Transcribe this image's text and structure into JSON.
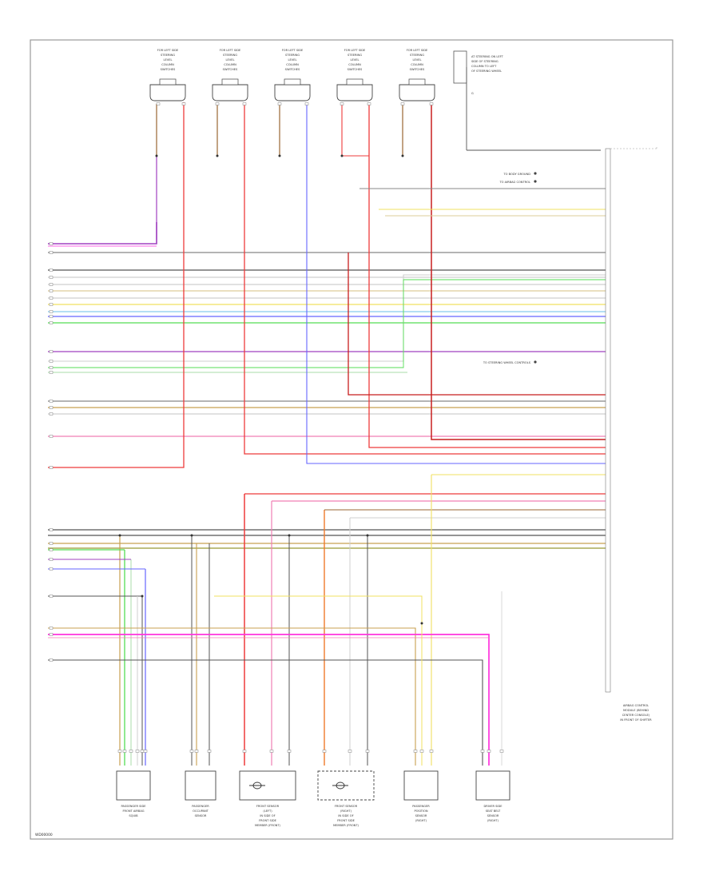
{
  "diagram": {
    "footer_code": "WD00000",
    "frame_color": "#999999",
    "top_components": [
      {
        "lines": [
          "FOR LEFT SIDE",
          "STEERING",
          "LEVEL",
          "COLUMN",
          "SWITCHES"
        ]
      },
      {
        "lines": [
          "FOR LEFT SIDE",
          "STEERING",
          "LEVEL",
          "COLUMN",
          "SWITCHES"
        ]
      },
      {
        "lines": [
          "FOR LEFT SIDE",
          "STEERING",
          "LEVEL",
          "COLUMN",
          "SWITCHES"
        ]
      },
      {
        "lines": [
          "FOR LEFT SIDE",
          "STEERING",
          "LEVEL",
          "COLUMN",
          "SWITCHES"
        ]
      },
      {
        "lines": [
          "FOR LEFT SIDE",
          "STEERING",
          "LEVEL",
          "COLUMN",
          "SWITCHES"
        ]
      }
    ],
    "airbag_box": {
      "lines": [
        "AT STEERING ON LEFT",
        "SIDE OF STEERING",
        "COLUMN TO LEFT",
        "OF STEERING WHEEL"
      ],
      "ground_label": "G"
    },
    "connector": {
      "lines": [
        "AIRBAG CONTROL",
        "MODULE (BEHIND",
        "CENTER CONSOLE)",
        "IN FRONT OF SHIFTER"
      ]
    },
    "splices": [
      {
        "label": "TO BODY GROUND"
      },
      {
        "label": "TO AIRBAG CONTROL"
      },
      {
        "label": "TO STEERING WHEEL CONTROLS"
      }
    ],
    "bottom_components": [
      {
        "lines": [
          "PASSENGER SIDE",
          "FRONT AIRBAG",
          "SQUIB"
        ]
      },
      {
        "lines": [
          "PASSENGER",
          "OCCUPANT",
          "SENSOR"
        ]
      },
      {
        "lines": [
          "FRONT SENSOR",
          "(LEFT)",
          "IN SIDE OF",
          "FRONT SIDE",
          "MEMBER (FRONT)"
        ]
      },
      {
        "lines": [
          "FRONT SENSOR",
          "(RIGHT)",
          "IN SIDE OF",
          "FRONT SIDE",
          "MEMBER (FRONT)"
        ]
      },
      {
        "lines": [
          "PASSENGER",
          "POSITION",
          "SENSOR",
          "(RIGHT)"
        ]
      },
      {
        "lines": [
          "DRIVER SIDE",
          "SEAT BELT",
          "SENSOR",
          "(RIGHT)"
        ]
      }
    ]
  }
}
